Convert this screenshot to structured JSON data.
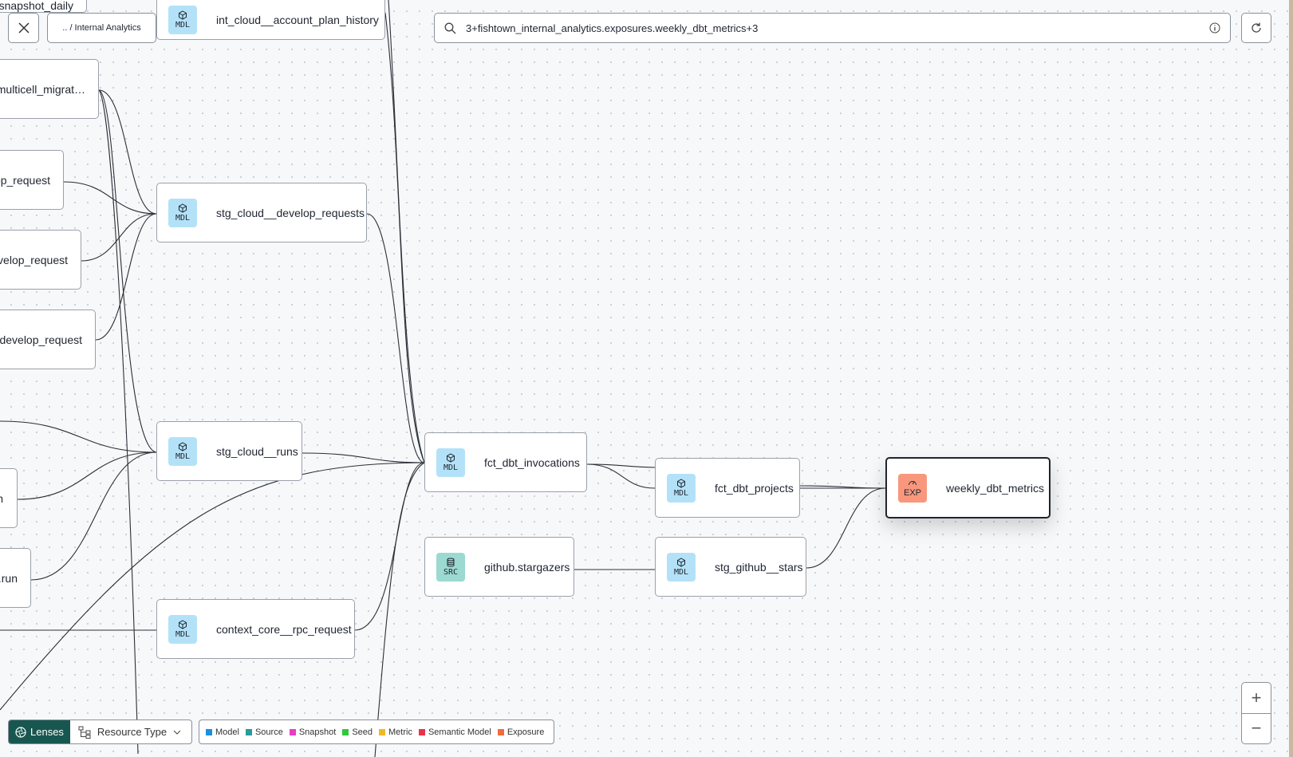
{
  "toolbar": {
    "close_icon": "close-icon",
    "breadcrumb": ".. / Internal Analytics",
    "search_value": "3+fishtown_internal_analytics.exposures.weekly_dbt_metrics+3",
    "refresh_icon": "refresh-icon"
  },
  "nodes": {
    "snapshot_daily": {
      "label": "snapshot_daily"
    },
    "int_cloud": {
      "label": "int_cloud__account_plan_history",
      "type": "MDL"
    },
    "multicell": {
      "label": "multicell_migrat…"
    },
    "op_request": {
      "label": "op_request"
    },
    "velop_request": {
      "label": "velop_request"
    },
    "develop_request": {
      "label": ".develop_request"
    },
    "stg_dev": {
      "label": "stg_cloud__develop_requests",
      "type": "MDL"
    },
    "stg_runs": {
      "label": "stg_cloud__runs",
      "type": "MDL"
    },
    "n_node": {
      "label": "n"
    },
    "run_node": {
      "label": ".run"
    },
    "context": {
      "label": "context_core__rpc_request",
      "type": "MDL"
    },
    "fct_inv": {
      "label": "fct_dbt_invocations",
      "type": "MDL"
    },
    "github": {
      "label": "github.stargazers",
      "type": "SRC"
    },
    "fct_proj": {
      "label": "fct_dbt_projects",
      "type": "MDL"
    },
    "stg_stars": {
      "label": "stg_github__stars",
      "type": "MDL"
    },
    "weekly": {
      "label": "weekly_dbt_metrics",
      "type": "EXP"
    }
  },
  "lenses": {
    "label": "Lenses",
    "resource_type": "Resource Type"
  },
  "legend": [
    {
      "label": "Model",
      "color": "#1a8fe0"
    },
    {
      "label": "Source",
      "color": "#2a9a9a"
    },
    {
      "label": "Snapshot",
      "color": "#e83fc4"
    },
    {
      "label": "Seed",
      "color": "#2ec93a"
    },
    {
      "label": "Metric",
      "color": "#f0b829"
    },
    {
      "label": "Semantic Model",
      "color": "#e8334a"
    },
    {
      "label": "Exposure",
      "color": "#f26a3d"
    }
  ],
  "zoom": {
    "in": "+",
    "out": "−"
  }
}
